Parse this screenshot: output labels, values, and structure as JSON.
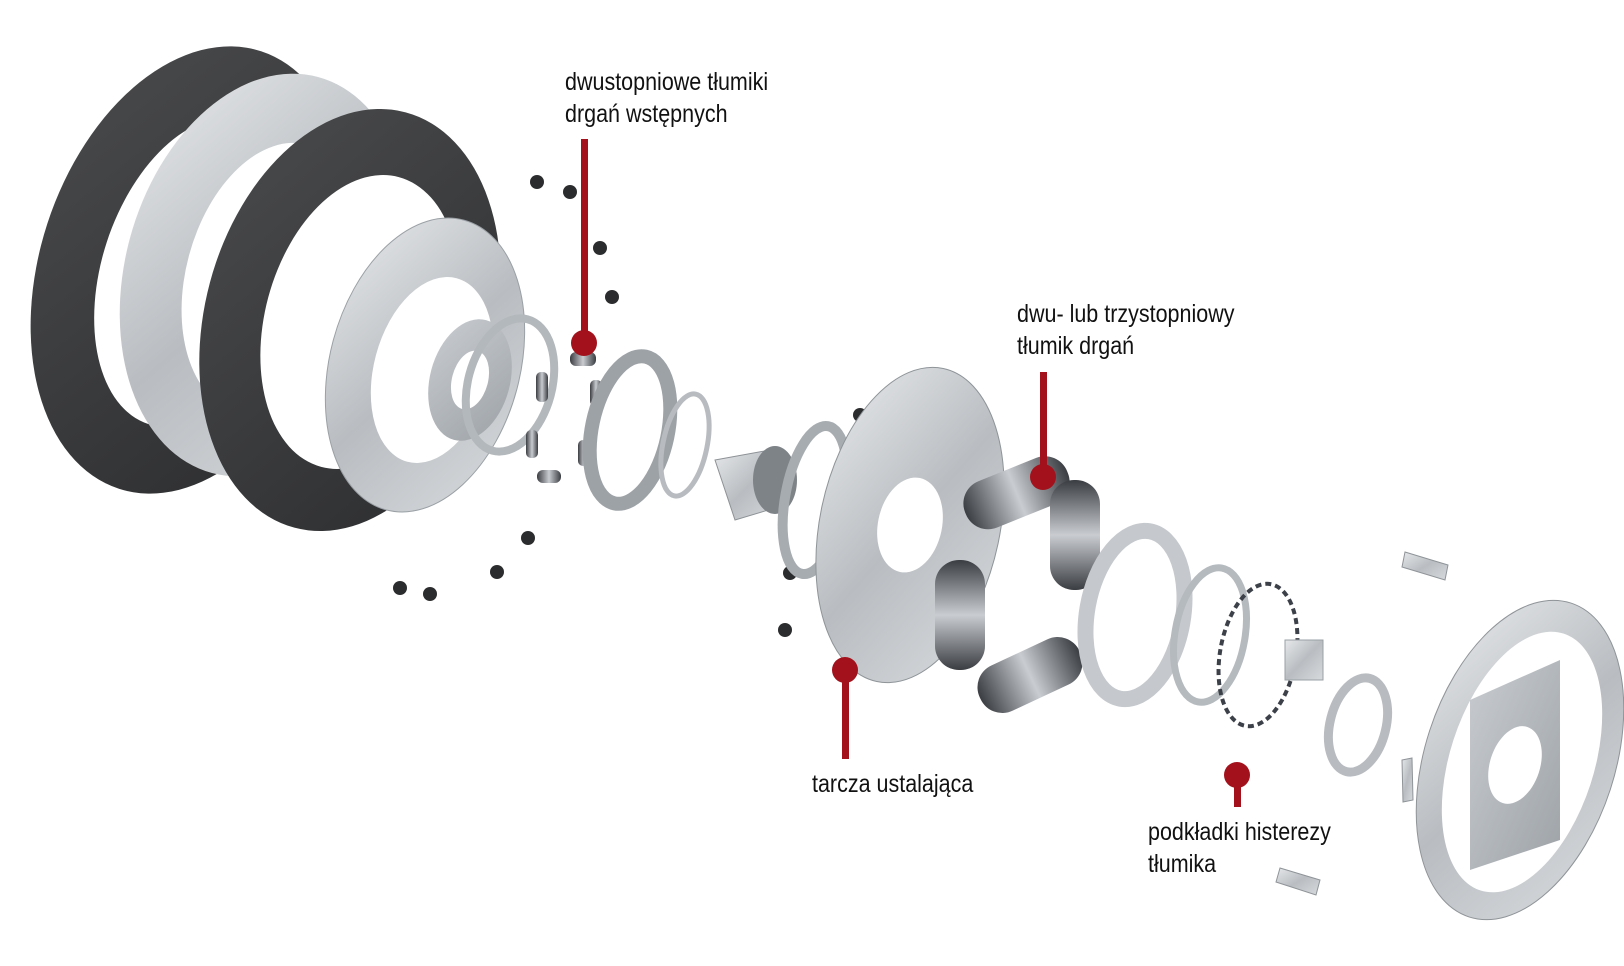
{
  "diagram": {
    "subject": "exploded view of clutch disc with torsional vibration damper",
    "accent_color": "#a3121c",
    "callouts": [
      {
        "id": "pre-damper",
        "lines": [
          "dwustopniowe tłumiki",
          "drgań wstępnych"
        ],
        "target": "pre-damper springs"
      },
      {
        "id": "main-damper",
        "lines": [
          "dwu- lub trzystopniowy",
          "tłumik drgań"
        ],
        "target": "main damper coil springs"
      },
      {
        "id": "retainer-plate",
        "lines": [
          "tarcza ustalająca"
        ],
        "target": "retainer plate"
      },
      {
        "id": "hysteresis-washers",
        "lines": [
          "podkładki histerezy",
          "tłumika"
        ],
        "target": "hysteresis friction washers"
      }
    ],
    "components": [
      "friction-lining-rear",
      "cushion-segment-plate",
      "friction-lining-front",
      "carrier-plate",
      "pre-damper-cage",
      "pre-damper-springs",
      "rivets",
      "thrust-washer",
      "hub",
      "retainer-plate",
      "main-damper-springs",
      "friction-ring",
      "hysteresis-washer",
      "spring-washer",
      "control-plate-ring",
      "clips",
      "cover-plate"
    ]
  }
}
